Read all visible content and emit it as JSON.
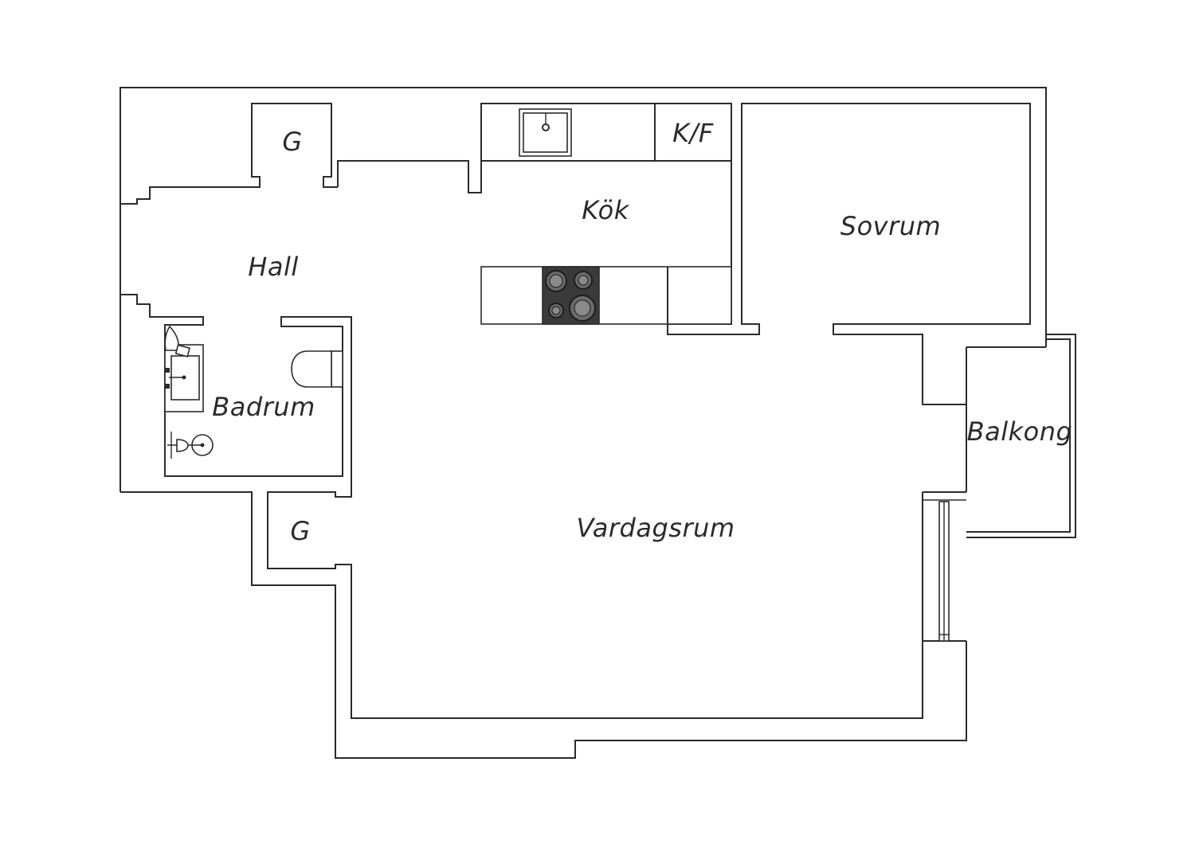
{
  "plan": {
    "rooms": {
      "hall": "Hall",
      "kok": "Kök",
      "kf": "K/F",
      "sovrum": "Sovrum",
      "badrum": "Badrum",
      "balkong": "Balkong",
      "vardagsrum": "Vardagsrum",
      "closet_top": "G",
      "closet_bottom": "G"
    },
    "colors": {
      "wall": "#2b2b2b",
      "stove": "#3a3a3a",
      "background": "#ffffff"
    }
  }
}
